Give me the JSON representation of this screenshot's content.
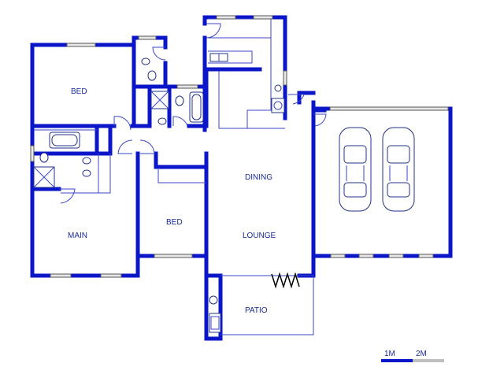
{
  "rooms": {
    "bed1": "BED",
    "main": "MAIN",
    "bed2": "BED",
    "dining": "DINING",
    "lounge": "LOUNGE",
    "patio": "PATIO"
  },
  "scale": {
    "one": "1M",
    "two": "2M"
  },
  "colors": {
    "wall": "#0a16c8",
    "text": "#1a2a9a"
  }
}
